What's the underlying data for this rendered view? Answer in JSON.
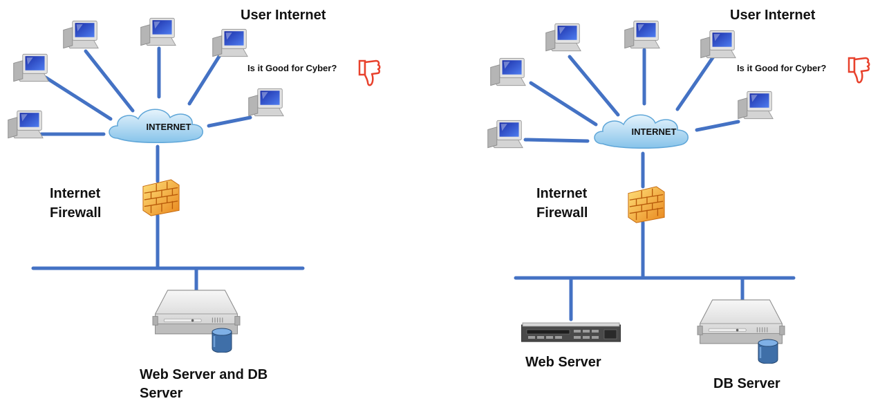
{
  "left": {
    "title": "User Internet",
    "question": "Is it Good for Cyber?",
    "cloud_label": "INTERNET",
    "firewall_label": [
      "Internet",
      "Firewall"
    ],
    "server_label": [
      "Web Server and DB",
      "Server"
    ]
  },
  "right": {
    "title": "User Internet",
    "question": "Is it Good for Cyber?",
    "cloud_label": "INTERNET",
    "firewall_label": [
      "Internet",
      "Firewall"
    ],
    "web_server_label": "Web Server",
    "db_server_label": "DB Server"
  },
  "colors": {
    "link": "#4472c4",
    "cloud": "#8fc6ea",
    "thumbs_down": "#e8412c",
    "firewall_brick": "#f0a030",
    "server_body": "#e6e6e6",
    "db_cylinder": "#3f6fa8"
  },
  "icons": [
    "computer-icon",
    "internet-cloud-icon",
    "firewall-icon",
    "thumbs-down-icon",
    "server-icon",
    "rack-server-icon",
    "database-icon"
  ]
}
